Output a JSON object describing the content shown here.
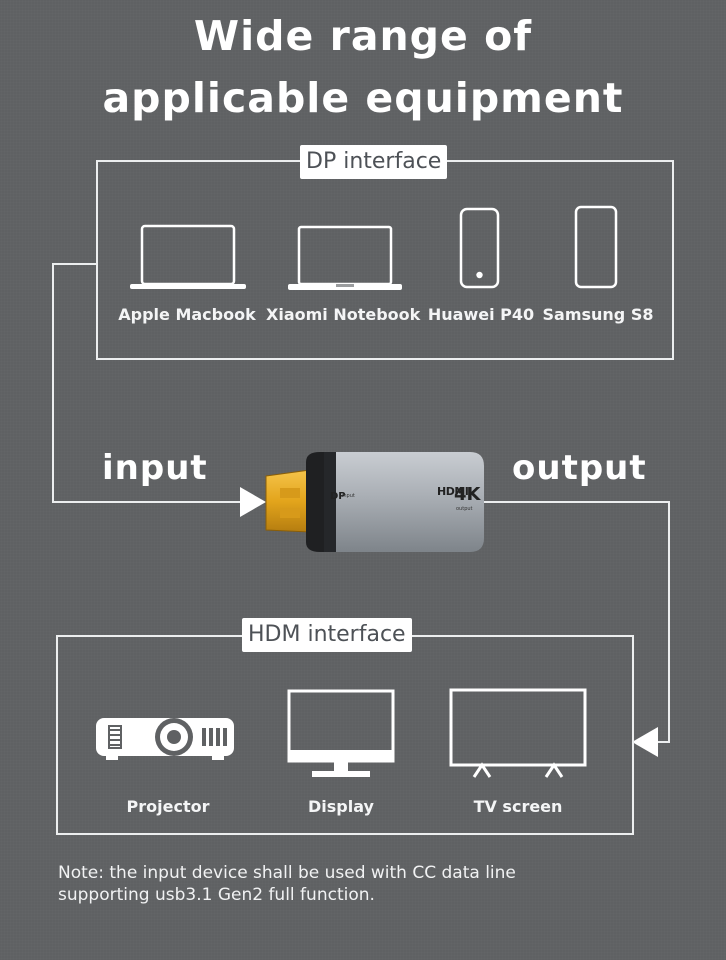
{
  "title": {
    "line1": "Wide range of",
    "line2": "applicable equipment"
  },
  "dp_section": {
    "label": "DP interface",
    "devices": [
      {
        "name": "Apple Macbook",
        "icon": "laptop-icon"
      },
      {
        "name": "Xiaomi Notebook",
        "icon": "laptop-icon"
      },
      {
        "name": "Huawei P40",
        "icon": "smartphone-icon"
      },
      {
        "name": "Samsung S8",
        "icon": "smartphone-icon"
      }
    ]
  },
  "flow": {
    "input_label": "input",
    "output_label": "output"
  },
  "adapter": {
    "port_label": "DP",
    "port_sub": "input",
    "hdmi_label": "HDMI",
    "res_label": "4K",
    "res_sub": "output"
  },
  "hdmi_section": {
    "label": "HDM  interface",
    "devices": [
      {
        "name": "Projector",
        "icon": "projector-icon"
      },
      {
        "name": "Display",
        "icon": "monitor-icon"
      },
      {
        "name": "TV screen",
        "icon": "tv-icon"
      }
    ]
  },
  "note": {
    "line1": "Note: the input device shall be used with CC data line",
    "line2": "supporting usb3.1 Gen2 full function."
  },
  "colors": {
    "background": "#5f6163",
    "line": "#eceeef",
    "label_text": "#4d5156",
    "connector_gold": "#e3a51c"
  }
}
